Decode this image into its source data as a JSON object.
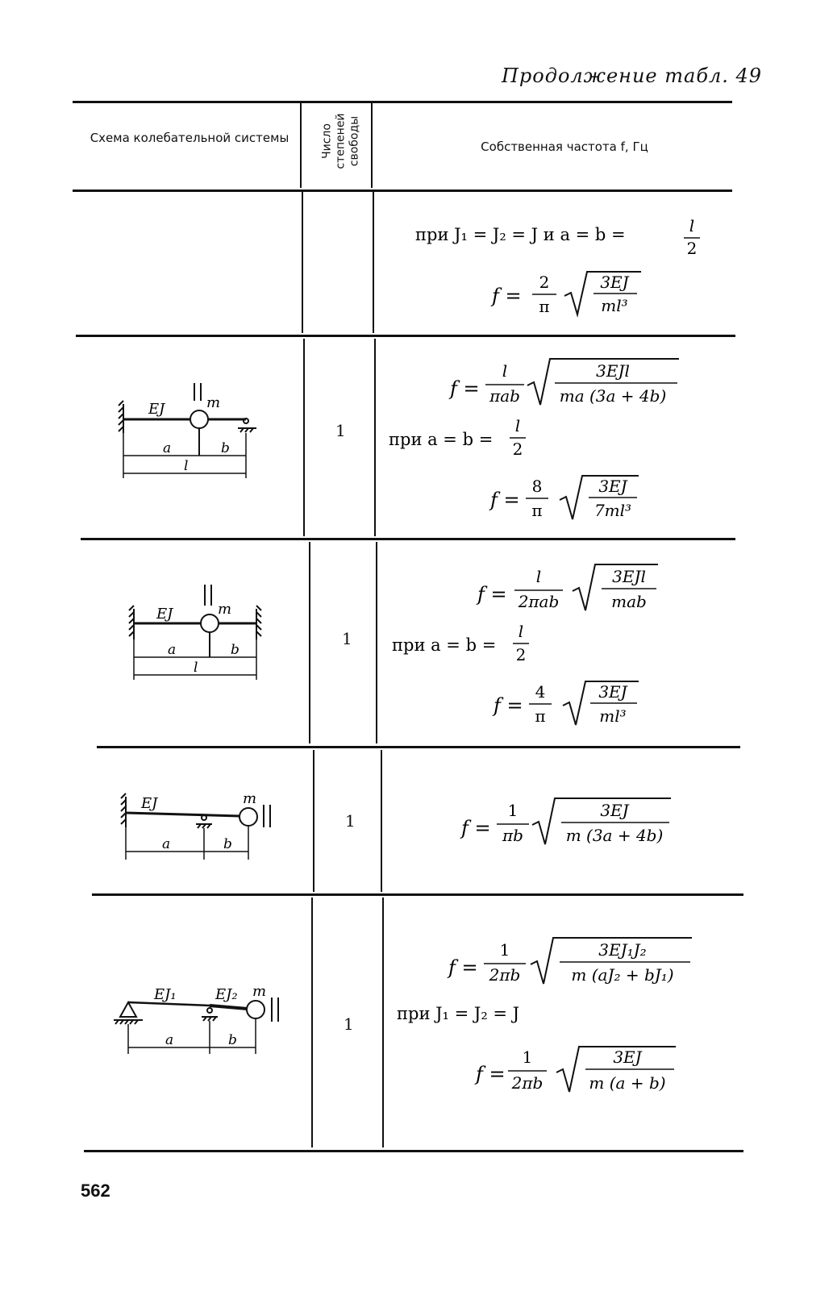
{
  "header": {
    "continuation": "Продолжение табл. 49",
    "col_scheme": "Схема колебательной системы",
    "col_dof": "Число степеней свободы",
    "col_freq": "Собственная частота f, Гц"
  },
  "rows": [
    {
      "dof": "",
      "condition": "при J₁ = J₂ = J и a = b =",
      "cond_frac": {
        "num": "l",
        "den": "2"
      },
      "formula": {
        "coef_num": "2",
        "coef_den": "π",
        "rad_num": "3EJ",
        "rad_den": "ml³"
      }
    },
    {
      "dof": "1",
      "diagram": {
        "label_beam": "EJ",
        "label_mass": "m",
        "label_a": "a",
        "label_b": "b",
        "label_l": "l"
      },
      "formula": {
        "coef_num": "l",
        "coef_den": "πab",
        "rad_num": "3EJl",
        "rad_den": "ma (3a + 4b)"
      },
      "condition": "при a = b =",
      "cond_frac": {
        "num": "l",
        "den": "2"
      },
      "formula2": {
        "coef_num": "8",
        "coef_den": "π",
        "rad_num": "3EJ",
        "rad_den": "7ml³"
      }
    },
    {
      "dof": "1",
      "diagram": {
        "label_beam": "EJ",
        "label_mass": "m",
        "label_a": "a",
        "label_b": "b",
        "label_l": "l"
      },
      "formula": {
        "coef_num": "l",
        "coef_den": "2πab",
        "rad_num": "3EJl",
        "rad_den": "mab"
      },
      "condition": "при a = b =",
      "cond_frac": {
        "num": "l",
        "den": "2"
      },
      "formula2": {
        "coef_num": "4",
        "coef_den": "π",
        "rad_num": "3EJ",
        "rad_den": "ml³"
      }
    },
    {
      "dof": "1",
      "diagram": {
        "label_beam": "EJ",
        "label_mass": "m",
        "label_a": "a",
        "label_b": "b"
      },
      "formula": {
        "coef_num": "1",
        "coef_den": "πb",
        "rad_num": "3EJ",
        "rad_den": "m (3a + 4b)"
      }
    },
    {
      "dof": "1",
      "diagram": {
        "label_ej1": "EJ₁",
        "label_ej2": "EJ₂",
        "label_mass": "m",
        "label_a": "a",
        "label_b": "b"
      },
      "formula": {
        "coef_num": "1",
        "coef_den": "2πb",
        "rad_num": "3EJ₁J₂",
        "rad_den": "m (aJ₂ + bJ₁)"
      },
      "condition": "при J₁ = J₂ = J",
      "formula2": {
        "coef_num": "1",
        "coef_den": "2πb",
        "rad_num": "3EJ",
        "rad_den": "m (a + b)"
      }
    }
  ],
  "page_number": "562"
}
